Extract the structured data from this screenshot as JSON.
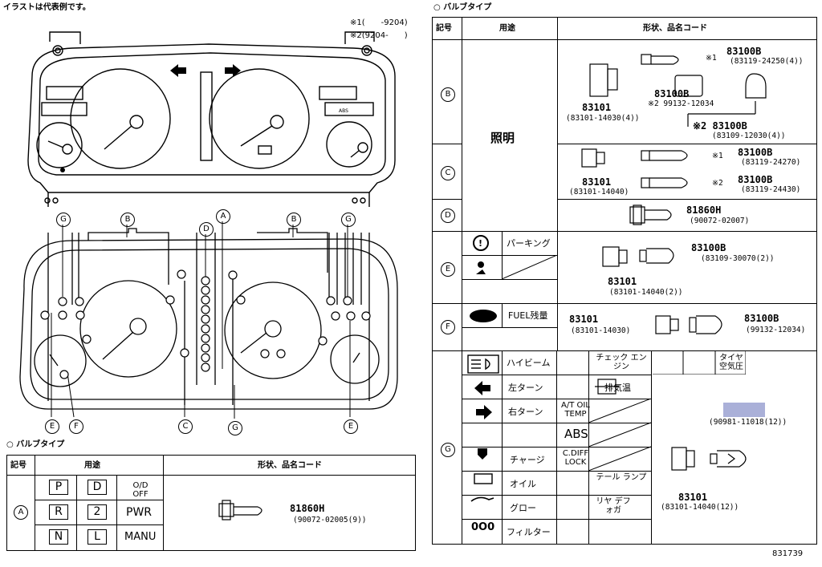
{
  "caption": "イラストは代表例です。",
  "notes": [
    "※1(　　-9204)",
    "※2(9204-　　)"
  ],
  "callouts": {
    "A": "A",
    "B": "B",
    "C": "C",
    "D": "D",
    "E": "E",
    "F": "F",
    "G": "G"
  },
  "left_table": {
    "title": "○ バルブタイプ",
    "headers": [
      "記号",
      "用途",
      "形状、品名コード"
    ],
    "row_A": {
      "symbol": "A",
      "gears": [
        "P",
        "D",
        "O/D OFF",
        "R",
        "2",
        "PWR",
        "N",
        "L",
        "MANU"
      ],
      "part": "81860H",
      "code": "(90072-02005(9))"
    }
  },
  "right_table": {
    "title": "○ バルブタイプ",
    "headers": [
      "記号",
      "用途",
      "形状、品名コード"
    ],
    "lighting": "照明",
    "row_B": {
      "symbol": "B",
      "socket": "83101",
      "socket_code": "(83101-14030(4))",
      "bulb1": "83100B",
      "bulb1_mark": "※1",
      "bulb1_code": "(83119-24250(4))",
      "bulb2": "83100B",
      "bulb2_note": "※2 99132-12034",
      "bulb3": "※2 83100B",
      "bulb3_code": "(83109-12030(4))"
    },
    "row_C": {
      "symbol": "C",
      "socket": "83101",
      "socket_code": "(83101-14040)",
      "bulb1": "83100B",
      "bulb1_mark": "※1",
      "bulb1_code": "(83119-24270)",
      "bulb2": "83100B",
      "bulb2_mark": "※2",
      "bulb2_code": "(83119-24430)"
    },
    "row_D": {
      "symbol": "D",
      "part": "81860H",
      "code": "(90072-02007)"
    },
    "row_E": {
      "symbol": "E",
      "parking": "パーキング",
      "bulb": "83100B",
      "bulb_code": "(83109-30070(2))",
      "socket": "83101",
      "socket_code": "(83101-14040(2))"
    },
    "row_F": {
      "symbol": "F",
      "fuel": "FUEL残量",
      "socket": "83101",
      "socket_code": "(83101-14030)",
      "bulb": "83100B",
      "bulb_code": "(99132-12034)"
    },
    "row_G": {
      "symbol": "G",
      "items": [
        "ハイビーム",
        "チェック エンジン",
        "タイヤ 空気圧",
        "左ターン",
        "排気温",
        "右ターン",
        "A/T OIL TEMP",
        "ABS",
        "チャージ",
        "C.DIFF LOCK",
        "オイル",
        "テール ランプ",
        "グロー",
        "リヤ デフォガ",
        "フィルター"
      ],
      "code_top": "(90981-11018(12))",
      "socket": "83101",
      "socket_code": "(83101-14040(12))"
    }
  },
  "diagram_id": "831739"
}
